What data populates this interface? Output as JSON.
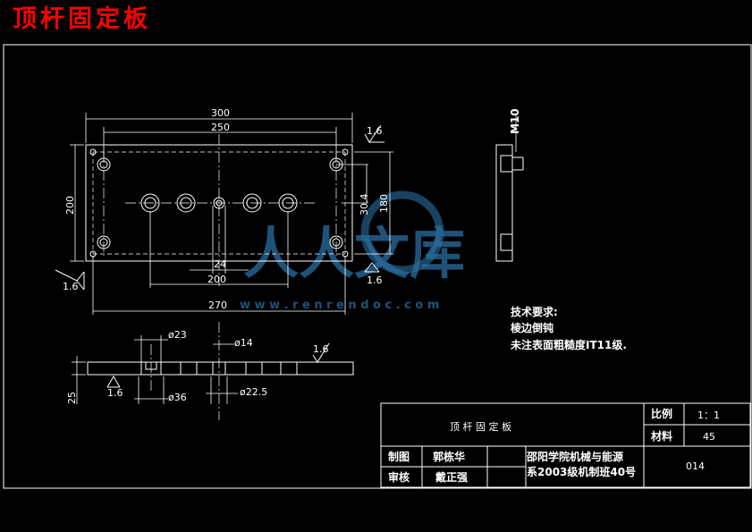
{
  "title": "顶杆固定板",
  "watermark": {
    "text": "人人文库",
    "url": "w w w . r e n r e n d o c . c o m"
  },
  "dimensions": {
    "d300": "300",
    "d250": "250",
    "d200_left": "200",
    "d180": "180",
    "d30_4": "30.4",
    "d24": "24",
    "d200_bottom": "200",
    "d270": "270",
    "phi23": "ø23",
    "phi14": "ø14",
    "phi36": "ø36",
    "phi22_5": "ø22.5",
    "d25": "25",
    "m10": "M10"
  },
  "roughness": {
    "r1": "1.6",
    "r2": "1.6",
    "r3": "1.6",
    "r4": "1.6",
    "r5": "1.6"
  },
  "technical_requirements": {
    "heading": "技术要求:",
    "line1": "棱边倒钝",
    "line2": "未注表面粗糙度IT11级."
  },
  "title_block": {
    "part_name": "顶 杆 固 定 板",
    "scale_label": "比例",
    "scale_value": "1：1",
    "material_label": "材料",
    "material_value": "45",
    "drawn_label": "制图",
    "drawn_name": "郭栋华",
    "checked_label": "审核",
    "checked_name": "戴正强",
    "school_line1": "邵阳学院机械与能源",
    "school_line2": "系2003级机制班40号",
    "drawing_number": "014"
  }
}
